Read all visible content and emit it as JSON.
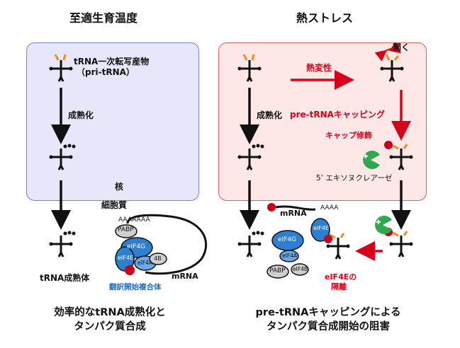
{
  "left": {
    "title": "至適生育温度",
    "pri_trna_label_1": "tRNA一次転写産物",
    "pri_trna_label_2": "（pri-tRNA）",
    "maturation": "成熟化",
    "nucleus": "核",
    "cytoplasm": "細胞質",
    "mature_trna": "tRNA成熟体",
    "complex": {
      "polyA": "AAAAAAA",
      "pabp": "PABP",
      "eif4g": "eIF4G",
      "eif4e": "eIF4E",
      "eif4a": "eIF4A",
      "eif4b": "4B",
      "mrna": "mRNA",
      "complex_label": "翻訳開始複合体"
    },
    "caption_1": "効率的なtRNA成熟化と",
    "caption_2": "タンパク質合成"
  },
  "right": {
    "title": "熱ストレス",
    "open": "開く",
    "denature": "熱変性",
    "maturation": "成熟化",
    "capping": "pre-tRNAキャッピング",
    "cap_mod": "キャップ修飾",
    "exonuclease": "5’ エキソヌクレアーゼ",
    "mrna": "mRNA",
    "polyA": "AAAA",
    "eif4g": "eIF4G",
    "eif4e": "eIF4E",
    "eif4a": "eIF4A",
    "pabp": "PABP",
    "eif4b": "eIF4B",
    "sequester_1": "eIF4Eの",
    "sequester_2": "隔離",
    "caption_1": "pre-tRNAキャッピングによる",
    "caption_2": "タンパク質合成開始の阻害"
  },
  "colors": {
    "nucleus_left": "#e6e8fa",
    "nucleus_right": "#fde7e7",
    "red": "#d9001b",
    "cap": "#c8001a",
    "trna_end": "#f08c1c",
    "blue": "#1f6fc5",
    "exonuclease": "#2fa84f"
  }
}
